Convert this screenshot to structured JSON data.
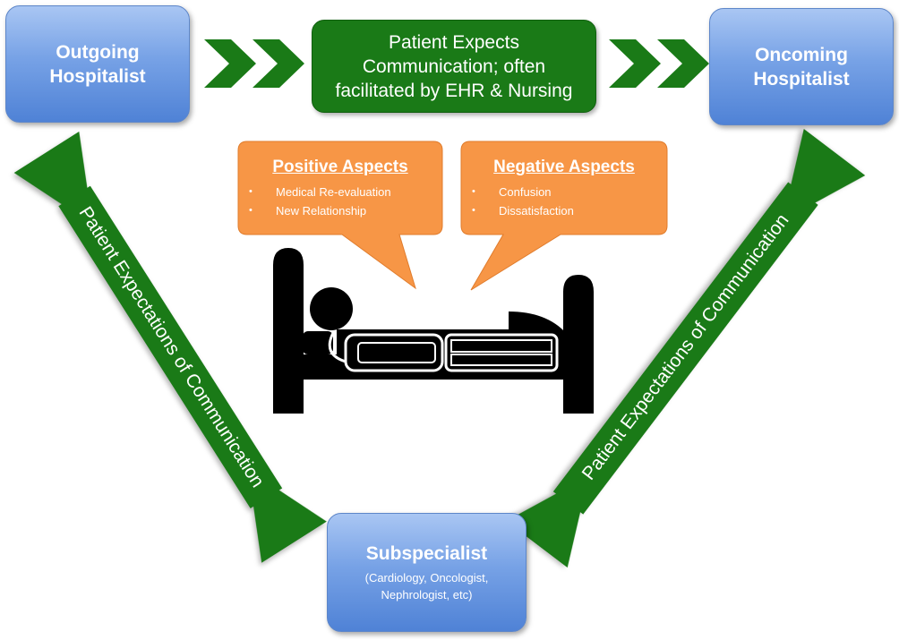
{
  "outgoing": {
    "title": "Outgoing\nHospitalist"
  },
  "oncoming": {
    "title": "Oncoming\nHospitalist"
  },
  "center_box": {
    "text": "Patient Expects\nCommunication; often\nfacilitated by EHR & Nursing"
  },
  "positive": {
    "heading": "Positive Aspects",
    "items": [
      "Medical Re-evaluation",
      "New Relationship"
    ]
  },
  "negative": {
    "heading": "Negative Aspects",
    "items": [
      "Confusion",
      "Dissatisfaction"
    ]
  },
  "subspecialist": {
    "title": "Subspecialist",
    "subtitle": "(Cardiology, Oncologist,\nNephrologist, etc)"
  },
  "left_arrow": {
    "label": "Patient Expectations of Communication"
  },
  "right_arrow": {
    "label": "Patient Expectations of Communication"
  },
  "bullet_symbol": "•",
  "colors": {
    "green": "#1a7a17",
    "orange": "#f79646",
    "blue": "#4f82d6",
    "bed": "#000000"
  }
}
